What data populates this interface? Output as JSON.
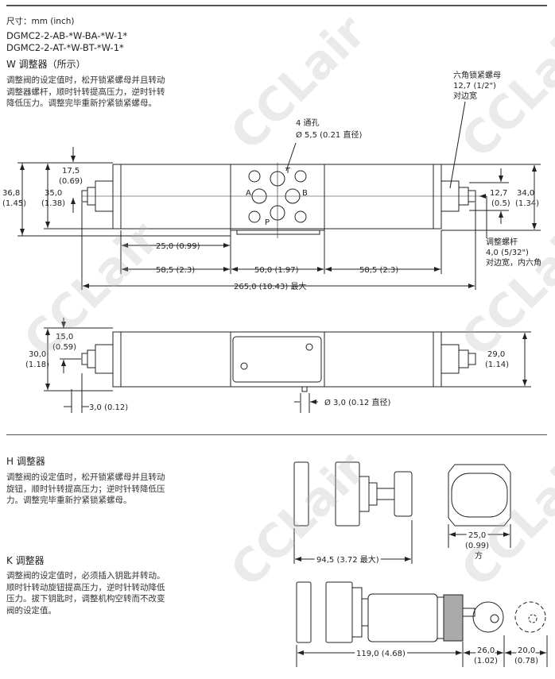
{
  "header": {
    "units": "尺寸：mm (inch)",
    "model_1": "DGMC2-2-AB-*W-BA-*W-1*",
    "model_2": "DGMC2-2-AT-*W-BT-*W-1*"
  },
  "w_section": {
    "title": "W  调整器（所示）",
    "text": "调整阀的设定值时，松开锁紧螺母并且转动调整器螺杆，顺时针转提高压力，逆时针转降低压力。调整完毕重新拧紧锁紧螺母。",
    "hole_label_1": "4 通孔",
    "hole_label_2": "Ø 5,5 (0.21 直径)",
    "nut_label_1": "六角锁紧螺母",
    "nut_label_2": "12,7 (1/2\")",
    "nut_label_3": "对边宽",
    "screw_label_1": "调整螺杆",
    "screw_label_2": "4,0 (5/32\")",
    "screw_label_3": "对边宽，内六角",
    "ports": [
      "A",
      "B",
      "P",
      "T"
    ],
    "dims": {
      "d36_8": "36,8",
      "d36_8i": "(1.45)",
      "d35_0": "35,0",
      "d35_0i": "(1.38)",
      "d17_5": "17,5",
      "d17_5i": "(0.69)",
      "d12_7": "12,7",
      "d12_7i": "(0.5)",
      "d34_0": "34,0",
      "d34_0i": "(1.34)",
      "d25_0": "25,0 (0.99)",
      "d58_5a": "58,5 (2.3)",
      "d50_0": "50,0 (1.97)",
      "d58_5b": "58,5 (2.3)",
      "d265": "265,0 (10.43) 最大",
      "d30_0": "30,0",
      "d30_0i": "(1.18)",
      "d15_0": "15,0",
      "d15_0i": "(0.59)",
      "d29_0": "29,0",
      "d29_0i": "(1.14)",
      "d3_0": "3,0 (0.12)",
      "dpin": "Ø  3,0 (0.12 直径)"
    }
  },
  "h_section": {
    "title": "H  调整器",
    "text": "调整阀的设定值时，松开锁紧螺母并且转动旋钮，顺时针转提高压力；逆时针转降低压力。调整完毕重新拧紧锁紧螺母。",
    "d94_5": "94,5 (3.72 最大)",
    "d25_0": "25,0",
    "d25_0i": "(0.99)",
    "d25_0s": "方"
  },
  "k_section": {
    "title": "K  调整器",
    "text": "调整阀的设定值时，必须插入钥匙并转动。顺时针转动旋钮提高压力，逆时针转动降低压力。拔下钥匙时，调整机构空转而不改变阀的设定值。",
    "d119": "119,0 (4.68)",
    "d26": "26,0",
    "d26i": "(1.02)",
    "d20": "20,0",
    "d20i": "(0.78)"
  },
  "watermark": "CCLair"
}
